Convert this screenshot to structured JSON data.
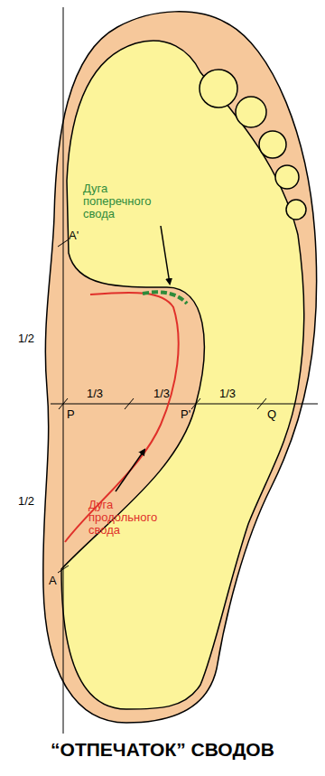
{
  "diagram": {
    "caption": "“ОТПЕЧАТОК” СВОДОВ",
    "labels": [
      "Дуга поперечного свода",
      "Дуга продольного свода",
      "A'",
      "1/2",
      "1/3",
      "1/3",
      "1/3",
      "P",
      "P'",
      "Q",
      "1/2",
      "A"
    ]
  }
}
